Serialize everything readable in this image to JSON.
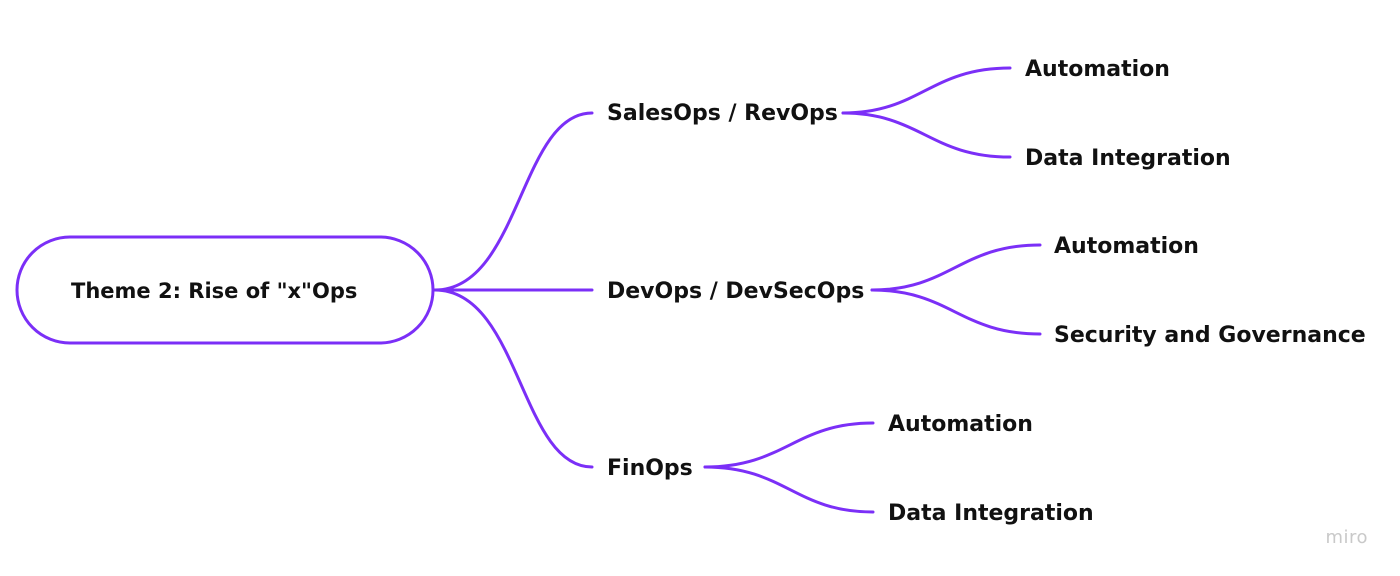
{
  "root": {
    "label": "Theme 2: Rise of \"x\"Ops"
  },
  "branches": [
    {
      "label": "SalesOps / RevOps",
      "children": [
        "Automation",
        "Data Integration"
      ]
    },
    {
      "label": "DevOps / DevSecOps",
      "children": [
        "Automation",
        "Security and Governance"
      ]
    },
    {
      "label": "FinOps",
      "children": [
        "Automation",
        "Data Integration"
      ]
    }
  ],
  "watermark": "miro",
  "colors": {
    "connector": "#7b2ff7",
    "root_border": "#7b2ff7",
    "text": "#111111",
    "watermark": "#c9c9c9"
  }
}
